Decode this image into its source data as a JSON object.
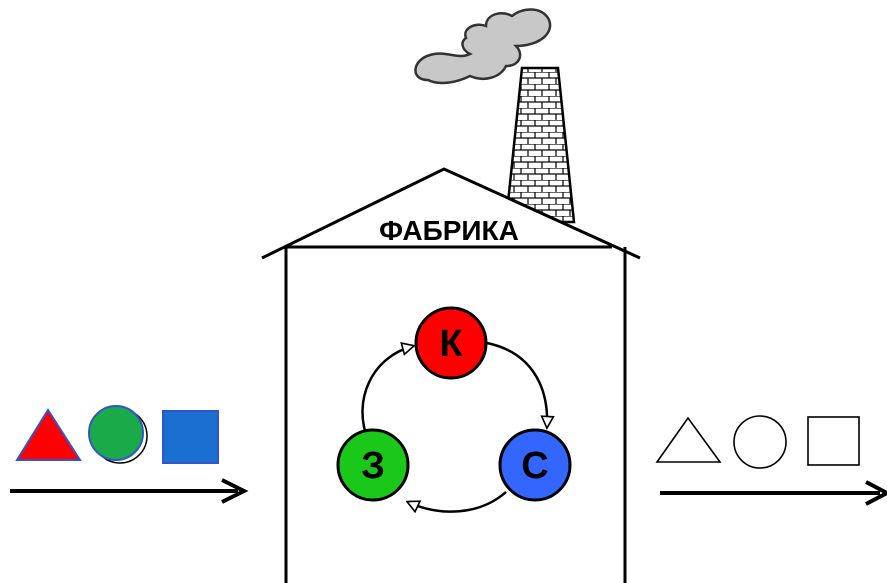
{
  "factory": {
    "title": "ФАБРИКА"
  },
  "cycle": {
    "nodes": [
      {
        "letter": "К",
        "color": "#ff0000"
      },
      {
        "letter": "С",
        "color": "#3366ff"
      },
      {
        "letter": "З",
        "color": "#19c819"
      }
    ]
  },
  "inputs": {
    "shapes": [
      {
        "shape": "triangle",
        "fill": "#ff0000",
        "stroke": "#3355cc"
      },
      {
        "shape": "circle",
        "fill": "#1aaa4a",
        "stroke": "#3355cc"
      },
      {
        "shape": "square",
        "fill": "#1a6fd0",
        "stroke": "#3355cc"
      }
    ]
  },
  "outputs": {
    "shapes": [
      {
        "shape": "triangle",
        "fill": "#ffffff",
        "stroke": "#000000"
      },
      {
        "shape": "circle",
        "fill": "#ffffff",
        "stroke": "#000000"
      },
      {
        "shape": "square",
        "fill": "#ffffff",
        "stroke": "#000000"
      }
    ]
  },
  "colors": {
    "smoke": "#c8c8c8",
    "smoke_stroke": "#333333",
    "line": "#000000"
  }
}
